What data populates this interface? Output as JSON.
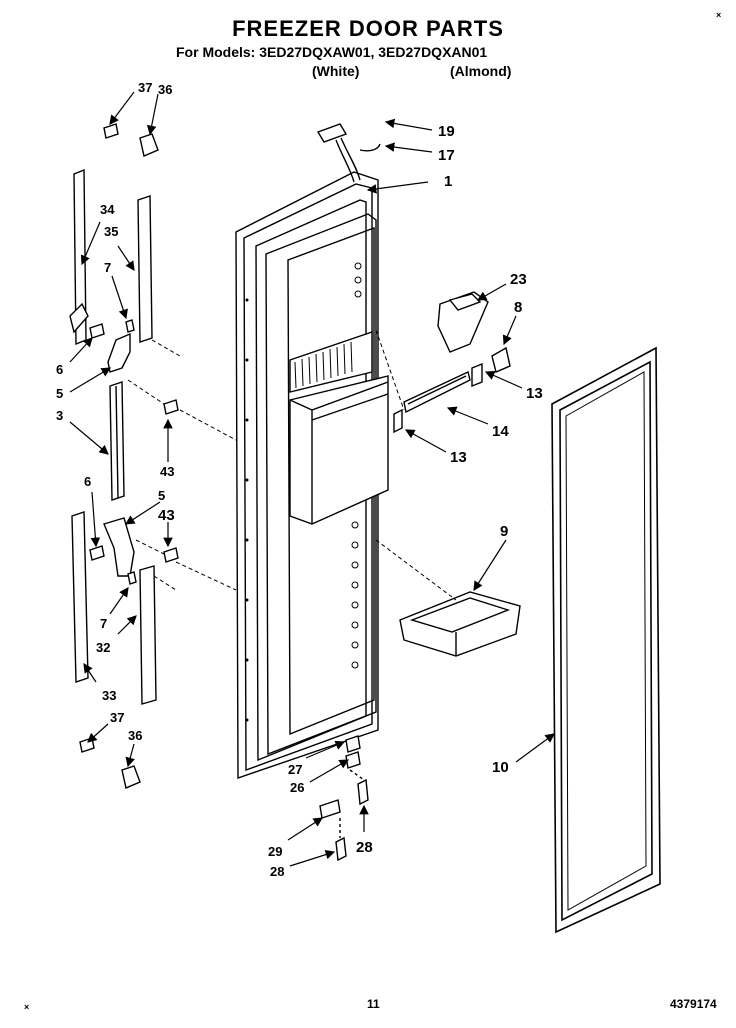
{
  "header": {
    "title": "FREEZER DOOR PARTS",
    "models": "For Models: 3ED27DQXAW01, 3ED27DQXAN01",
    "variant_white": "(White)",
    "variant_almond": "(Almond)"
  },
  "footer": {
    "page_number": "11",
    "document_number": "4379174"
  },
  "corner_marks": {
    "top_right": "×",
    "bottom_left": "×"
  },
  "callouts": {
    "p1": "1",
    "p3": "3",
    "p5a": "5",
    "p5b": "5",
    "p6a": "6",
    "p6b": "6",
    "p7a": "7",
    "p7b": "7",
    "p8": "8",
    "p9": "9",
    "p10": "10",
    "p13a": "13",
    "p13b": "13",
    "p14": "14",
    "p17": "17",
    "p19": "19",
    "p23": "23",
    "p26": "26",
    "p27": "27",
    "p28a": "28",
    "p28b": "28",
    "p29": "29",
    "p32": "32",
    "p33": "33",
    "p34": "34",
    "p35": "35",
    "p36a": "36",
    "p36b": "36",
    "p37a": "37",
    "p37b": "37",
    "p43a": "43",
    "p43b": "43"
  }
}
